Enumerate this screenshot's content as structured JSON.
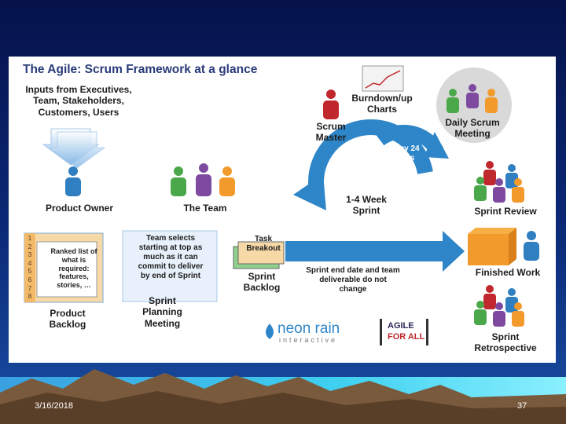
{
  "slide": {
    "title": "The Agile: Scrum Framework at a glance",
    "inputs": "Inputs from Executives, Team, Stakeholders, Customers, Users",
    "product_owner": "Product Owner",
    "the_team": "The Team",
    "scrum_master": "Scrum Master",
    "burndown": "Burndown/up Charts",
    "daily_scrum": "Daily Scrum Meeting",
    "every_24": "Every 24 Hours",
    "sprint_length": "1-4 Week Sprint",
    "sprint_review": "Sprint Review",
    "task_breakout": "Task Breakout",
    "sprint_backlog": "Sprint Backlog",
    "sprint_end": "Sprint end date and team deliverable do not change",
    "finished_work": "Finished Work",
    "product_backlog": "Product Backlog",
    "sprint_planning": "Sprint Planning Meeting",
    "sprint_retro": "Sprint Retrospective",
    "team_selects": "Team selects starting at top as much as it can commit to deliver by end of Sprint",
    "ranked_list": "Ranked list of what is required: features, stories, …",
    "backlog_numbers": [
      "1",
      "2",
      "3",
      "4",
      "5",
      "6",
      "7",
      "8"
    ],
    "logo_neon": "neon rain",
    "logo_neon_sub": "interactive",
    "logo_agile_1": "AGILE",
    "logo_agile_2": "FOR ALL"
  },
  "footer": {
    "date": "3/16/2018",
    "page": "37"
  },
  "colors": {
    "arrow_blue": "#2e86c9",
    "title_blue": "#2a3b7a",
    "person_blue": "#2f7fc1",
    "person_green": "#4aa84a",
    "person_purple": "#7e4aa0",
    "person_orange": "#f29a2c",
    "person_red": "#c0282d",
    "box_orange": "#f29a2c"
  }
}
